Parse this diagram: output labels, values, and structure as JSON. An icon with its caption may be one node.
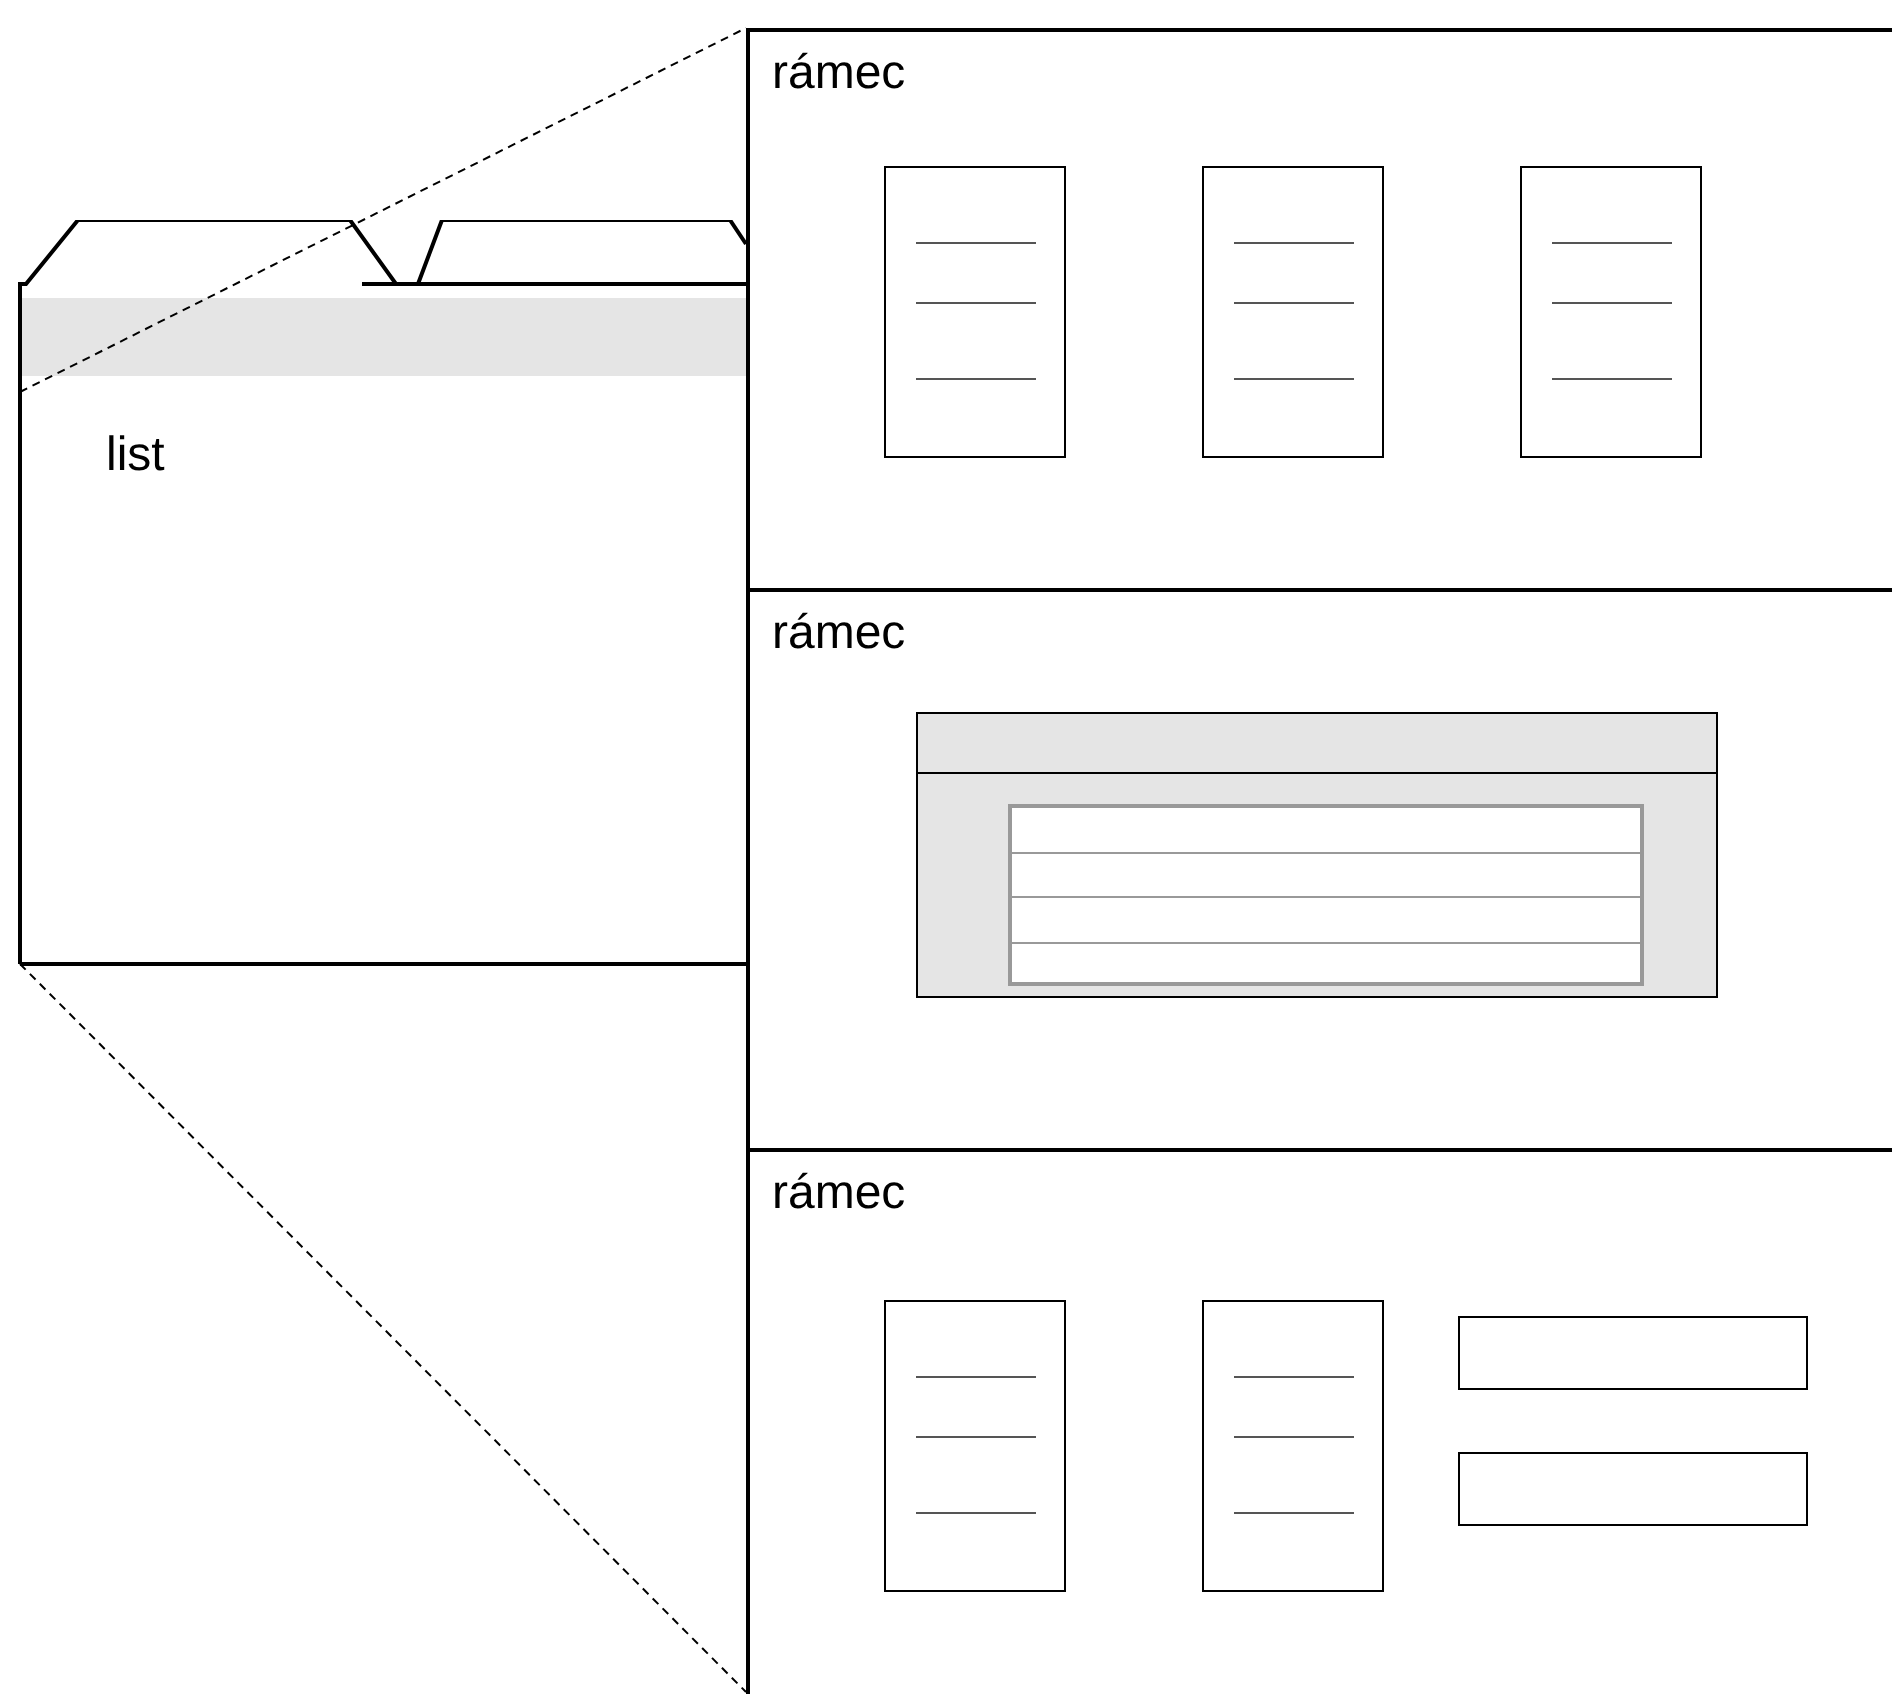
{
  "diagram": {
    "nodes": [
      {
        "text": [
          "list"
        ]
      },
      {
        "text": [
          "rámec"
        ]
      },
      {
        "text": [],
        "shape": "box",
        "in": 1
      },
      {
        "text": [],
        "shape": "box",
        "in": 1
      },
      {
        "text": [],
        "shape": "box",
        "in": 1
      },
      {
        "text": [
          "rámec"
        ]
      },
      {
        "text": [],
        "shape": "box",
        "in": 5
      },
      {
        "text": [],
        "shape": "box",
        "in": 6
      },
      {
        "text": [
          "rámec"
        ]
      },
      {
        "text": [],
        "shape": "box",
        "in": 8
      },
      {
        "text": [],
        "shape": "box",
        "in": 8
      },
      {
        "text": [],
        "shape": "box",
        "in": 8
      },
      {
        "text": [],
        "shape": "box",
        "in": 8
      }
    ],
    "edges": [
      {
        "from": 0,
        "to": 1,
        "arrow": "none",
        "style": "dashed"
      },
      {
        "from": 0,
        "to": 8,
        "arrow": "none",
        "style": "dashed"
      }
    ]
  }
}
